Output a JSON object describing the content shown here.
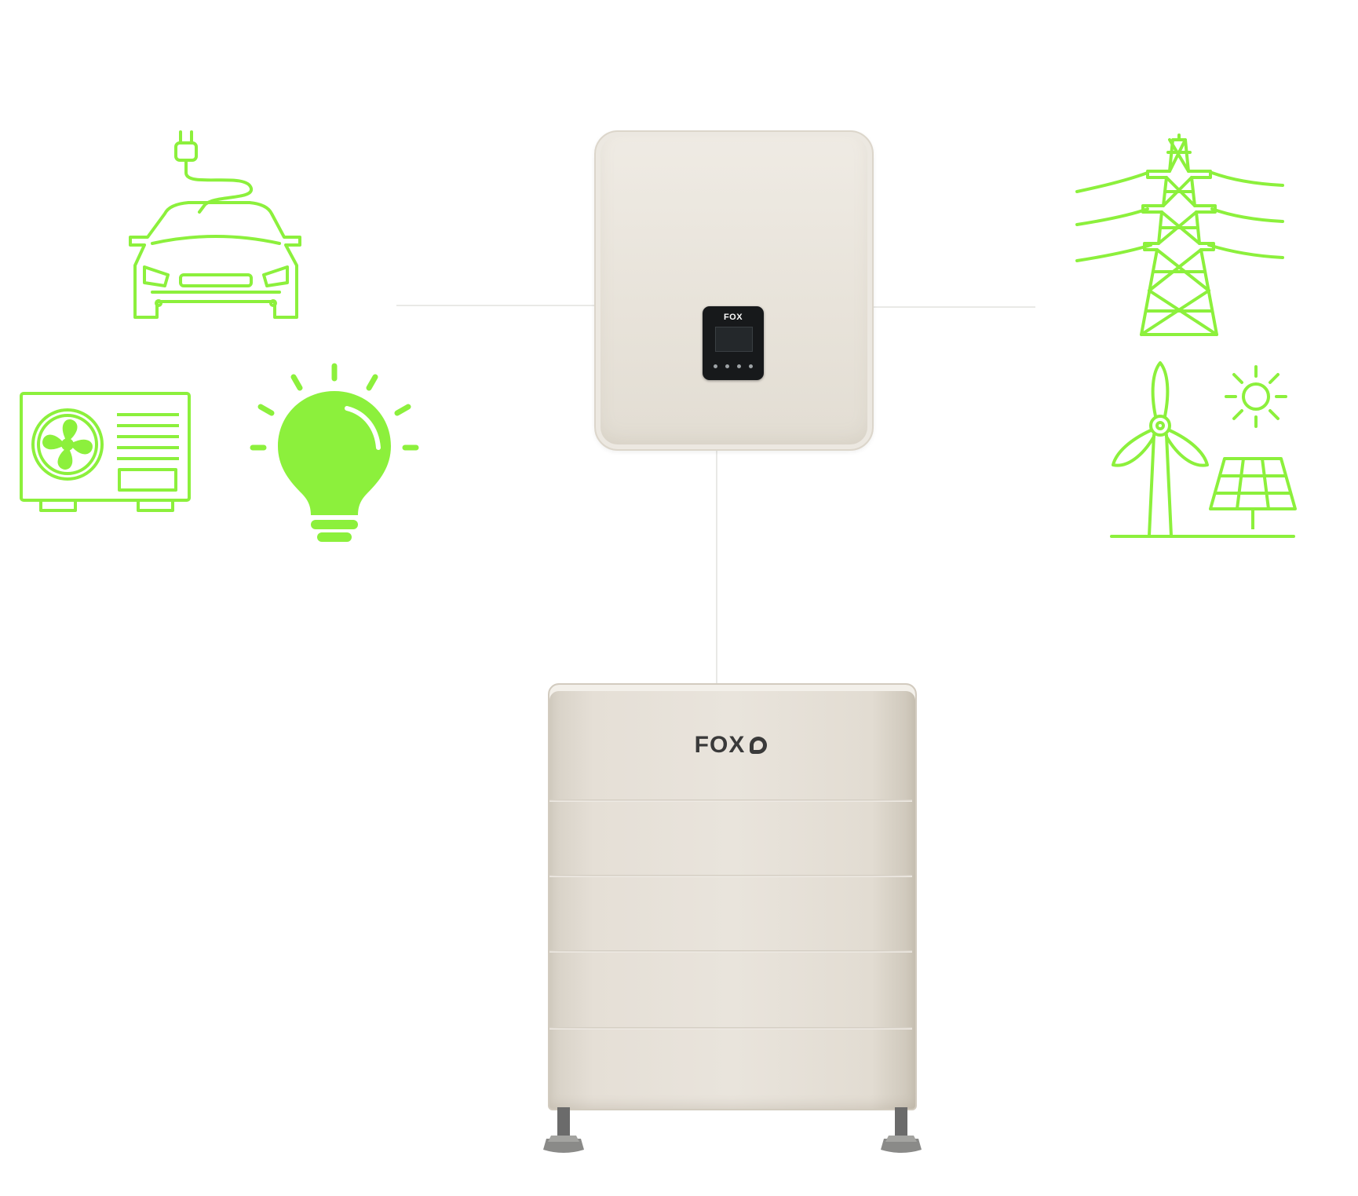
{
  "inverter": {
    "brand": "FOX"
  },
  "battery": {
    "brand": "FOX",
    "module_count": 4
  },
  "icons": {
    "color": "#8cf03c",
    "left_loads": [
      "ev-car-icon",
      "heat-pump-icon",
      "light-bulb-icon"
    ],
    "right_sources": [
      "power-pylon-icon",
      "wind-turbine-icon",
      "sun-icon",
      "solar-panel-icon"
    ]
  },
  "colors": {
    "accent_green": "#8cf03c",
    "device_body": "#e8e3da",
    "display": "#17191b",
    "connector": "#e9e9e6"
  }
}
